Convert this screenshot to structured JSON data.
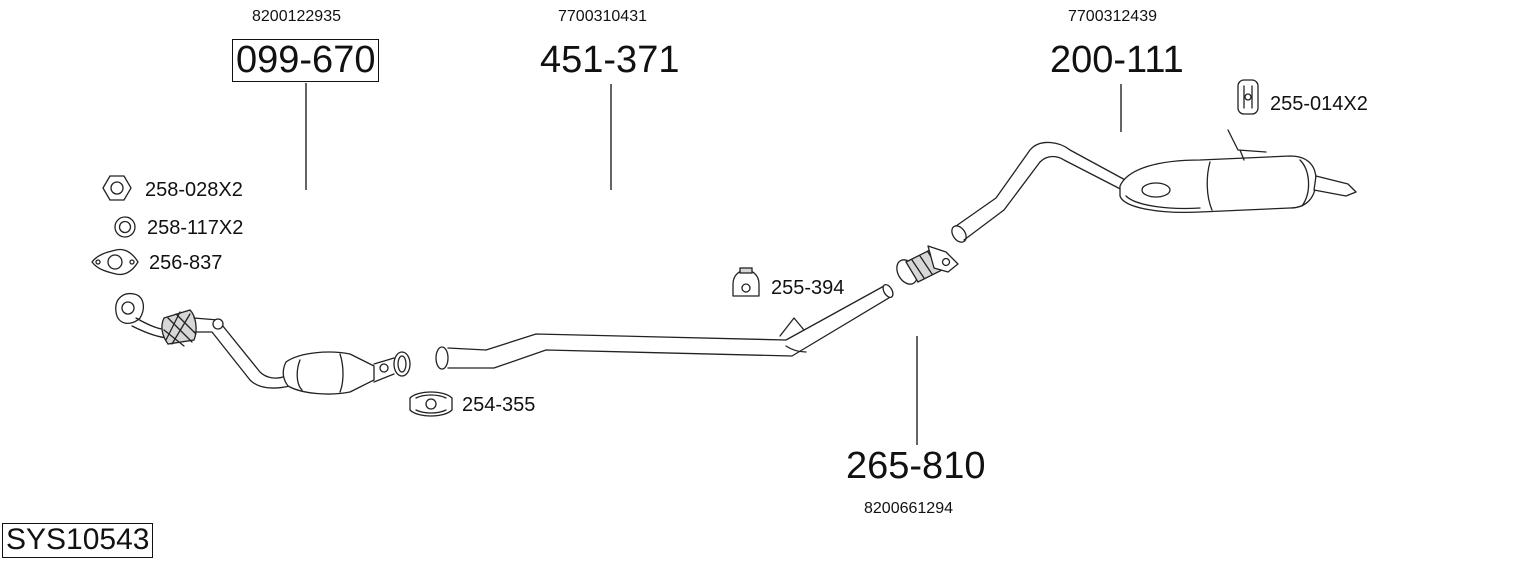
{
  "system_code": "SYS10543",
  "parts": {
    "catalyst": {
      "oe_number": "8200122935",
      "part_number": "099-670"
    },
    "middle_pipe": {
      "oe_number": "7700310431",
      "part_number": "451-371"
    },
    "rear_silencer": {
      "oe_number": "7700312439",
      "part_number": "200-111"
    },
    "connector_pipe": {
      "oe_number": "8200661294",
      "part_number": "265-810"
    }
  },
  "accessories": {
    "nut": "258-028X2",
    "ring": "258-117X2",
    "gasket": "256-837",
    "clamp": "254-355",
    "mount_middle": "255-394",
    "mount_rear": "255-014X2"
  },
  "colors": {
    "line": "#222222",
    "background": "#ffffff"
  }
}
